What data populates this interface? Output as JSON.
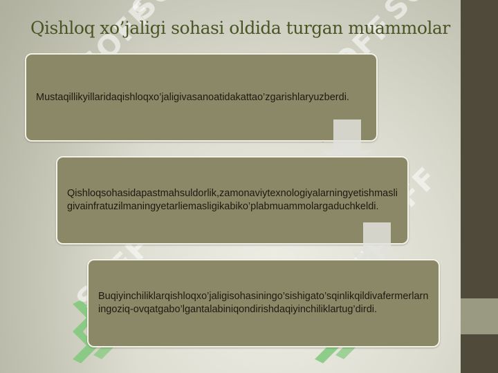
{
  "title": "Qishloq xo’jaligi sohasi oldida turgan muammolar",
  "steps": [
    {
      "text": "Mustaqillikyillaridaqishloqxo’jaligivasanoatidakattao’zgarishlaryuzberdi."
    },
    {
      "text": "Qishloqsohasidapastmahsuldorlik,zamonaviytexnologiyalarningyetishmasligivainfratuzilmaningyetarliemasligikabiko’plabmuammolargaduchkeldi."
    },
    {
      "text": "Buqiyinchiliklarqishloqxo’jaligisohasiningo’sishigato’sqinlikqildivafermerlarningoziq-ovqatgabo’lgantalabiniqondirishdaqiyinchiliklartug’dirdi."
    }
  ],
  "watermark": {
    "text": "SOFF"
  },
  "colors": {
    "title": "#4a5526",
    "box_fill": "#8b8868",
    "box_border": "#f4f2e6",
    "side_band": "#4f4a3a",
    "side_accent": "#9a9a82",
    "watermark_green": "#7fc97a"
  }
}
